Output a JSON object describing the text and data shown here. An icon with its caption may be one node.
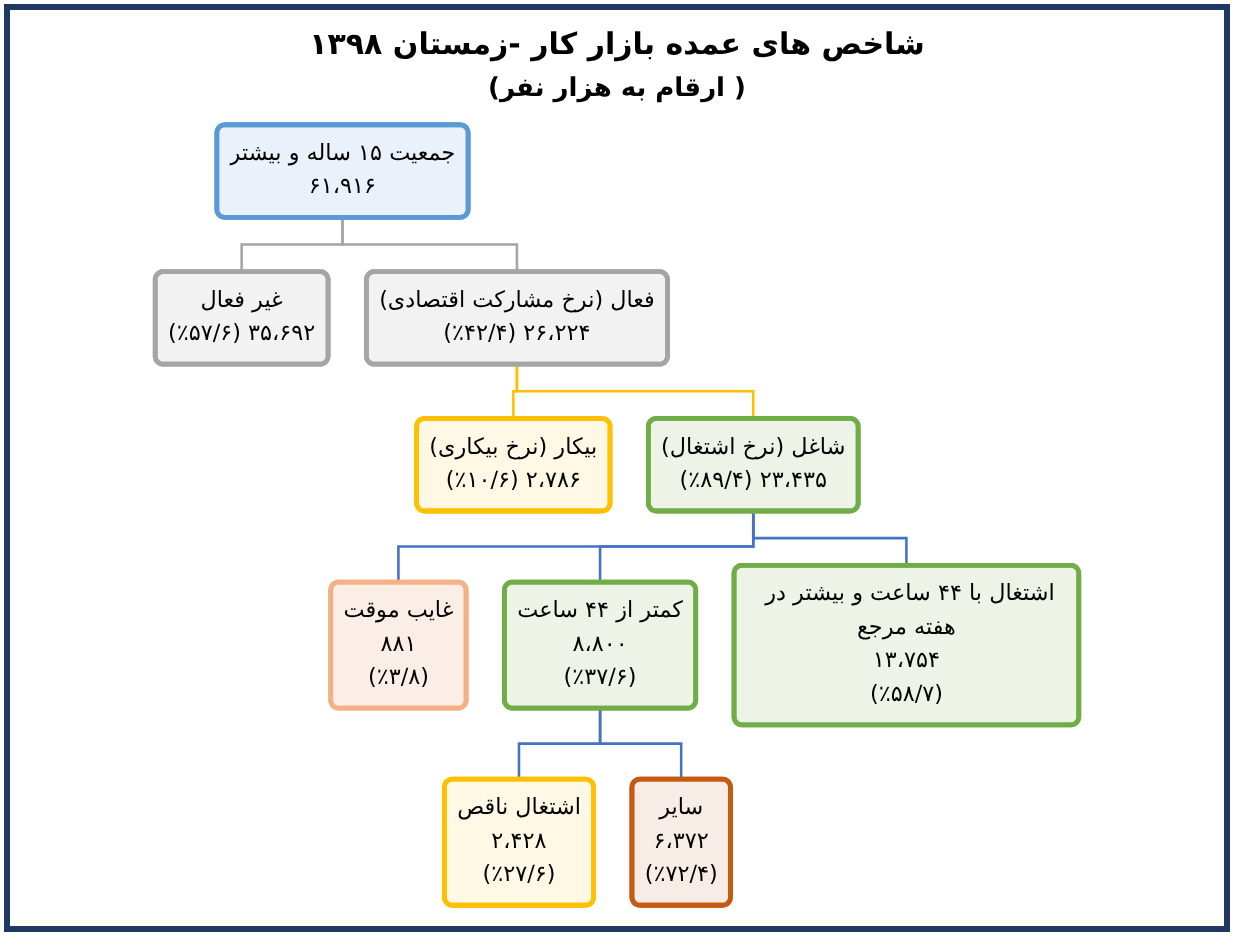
{
  "diagram": {
    "title": "شاخص های عمده بازار کار -زمستان ۱۳۹۸",
    "nodes": [
      {
        "text": [
          "جمعیت ۱۵ ساله و بیشتر",
          "۶۱،۹۱۶"
        ]
      },
      {
        "text": [
          "فعال (نرخ مشارکت اقتصادی)",
          "۲۶،۲۲۴ (٪۴۲/۴)"
        ]
      },
      {
        "text": [
          "غیر فعال",
          "۳۵،۶۹۲ (٪۵۷/۶)"
        ]
      },
      {
        "text": [
          "شاغل (نرخ اشتغال)",
          "۲۳،۴۳۵ (٪۸۹/۴)"
        ]
      },
      {
        "text": [
          "بیکار (نرخ بیکاری)",
          "۲،۷۸۶ (٪۱۰/۶)"
        ]
      },
      {
        "text": [
          "اشتغال با ۴۴ ساعت و بیشتر در هفته مرجع",
          "۱۳،۷۵۴",
          "(٪۵۸/۷)"
        ]
      },
      {
        "text": [
          "کمتر از ۴۴ ساعت",
          "۸،۸۰۰",
          "(٪۳۷/۶)"
        ]
      },
      {
        "text": [
          "غایب موقت",
          "۸۸۱",
          "(٪۳/۸)"
        ]
      },
      {
        "text": [
          "اشتغال ناقص",
          "۲،۴۲۸",
          "(٪۲۷/۶)"
        ]
      },
      {
        "text": [
          "سایر",
          "۶،۳۷۲",
          "(٪۷۲/۴)"
        ]
      }
    ],
    "edges": [
      {
        "from": 0,
        "to": 1,
        "arrow": "none",
        "color": "#a5a5a5"
      },
      {
        "from": 0,
        "to": 2,
        "arrow": "none",
        "color": "#a5a5a5"
      },
      {
        "from": 1,
        "to": 3,
        "arrow": "none",
        "color": "#ffc000"
      },
      {
        "from": 1,
        "to": 4,
        "arrow": "none",
        "color": "#ffc000"
      },
      {
        "from": 3,
        "to": 5,
        "arrow": "none"
      },
      {
        "from": 3,
        "to": 6,
        "arrow": "none"
      },
      {
        "from": 3,
        "to": 7,
        "arrow": "none"
      },
      {
        "from": 6,
        "to": 8,
        "arrow": "none"
      },
      {
        "from": 6,
        "to": 9,
        "arrow": "none"
      }
    ],
    "labels": [
      "( ارقام به هزار نفر)"
    ]
  }
}
